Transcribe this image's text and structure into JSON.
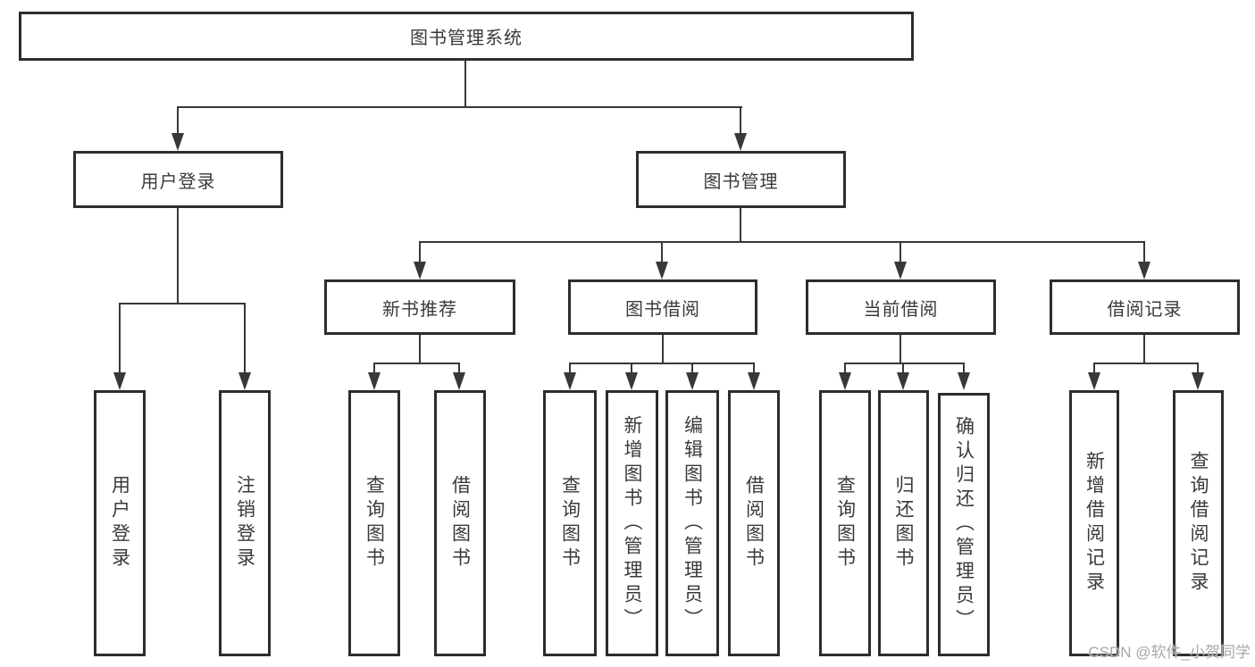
{
  "nodes": {
    "root": "图书管理系统",
    "user_login": "用户登录",
    "book_mgmt": "图书管理",
    "new_book_rec": "新书推荐",
    "book_borrow": "图书借阅",
    "current_borrow": "当前借阅",
    "borrow_record": "借阅记录",
    "leaf_user_login": "用户登录",
    "leaf_logout": "注销登录",
    "leaf_query_book_a": "查询图书",
    "leaf_borrow_book_a": "借阅图书",
    "leaf_query_book_b": "查询图书",
    "leaf_add_book": "新增图书（管理员）",
    "leaf_edit_book": "编辑图书（管理员）",
    "leaf_borrow_book_b": "借阅图书",
    "leaf_query_book_c": "查询图书",
    "leaf_return_book": "归还图书",
    "leaf_confirm_return": "确认归还（管理员）",
    "leaf_add_record": "新增借阅记录",
    "leaf_query_record": "查询借阅记录"
  },
  "watermark": "CSDN @软件_小贺同学",
  "colors": {
    "background": "#ffffff",
    "box_border": "#2d2d2d",
    "line": "#383838",
    "text": "#3a3a3a",
    "watermark": "#a8a8a8"
  }
}
